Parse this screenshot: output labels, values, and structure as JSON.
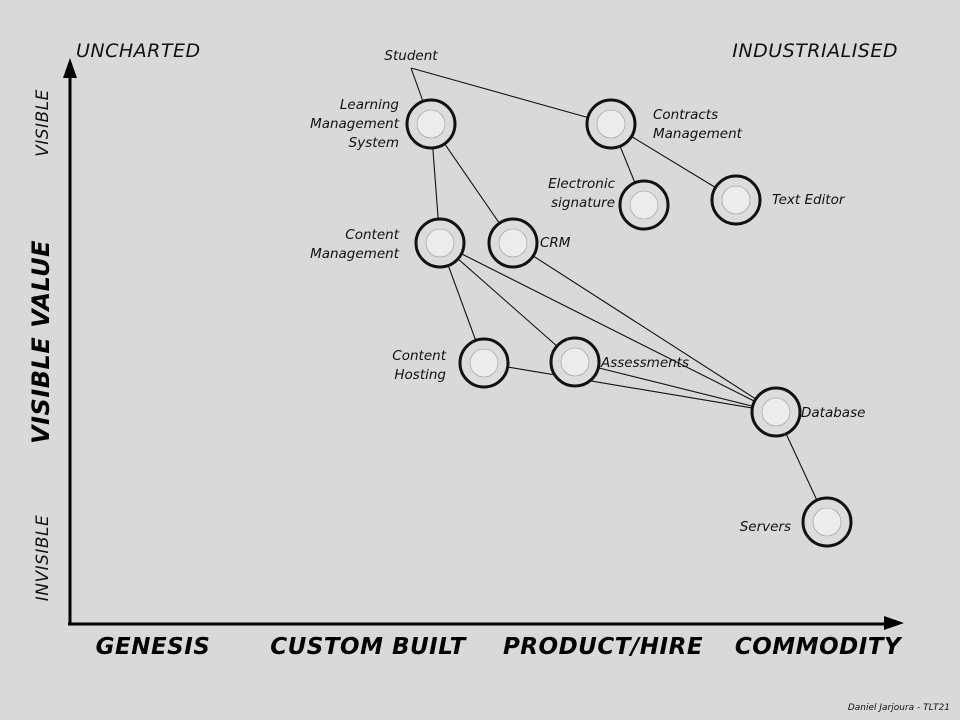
{
  "corners": {
    "top_left": "UNCHARTED",
    "top_right": "INDUSTRIALISED"
  },
  "y_axis": {
    "title": "VISIBLE VALUE",
    "top_label": "VISIBLE",
    "bottom_label": "INVISIBLE"
  },
  "x_axis": {
    "stages": [
      "GENESIS",
      "CUSTOM BUILT",
      "PRODUCT/HIRE",
      "COMMODITY"
    ]
  },
  "credit": "Daniel Jarjoura - TLT21",
  "nodes": [
    {
      "id": "student",
      "lines": [
        "Student"
      ],
      "has_circle": false
    },
    {
      "id": "lms",
      "lines": [
        "Learning",
        "Management",
        "System"
      ],
      "has_circle": true
    },
    {
      "id": "contracts",
      "lines": [
        "Contracts",
        "Management"
      ],
      "has_circle": true
    },
    {
      "id": "esign",
      "lines": [
        "Electronic",
        "signature"
      ],
      "has_circle": true
    },
    {
      "id": "texteditor",
      "lines": [
        "Text Editor"
      ],
      "has_circle": true
    },
    {
      "id": "content",
      "lines": [
        "Content",
        "Management"
      ],
      "has_circle": true
    },
    {
      "id": "crm",
      "lines": [
        "CRM"
      ],
      "has_circle": true
    },
    {
      "id": "hosting",
      "lines": [
        "Content",
        "Hosting"
      ],
      "has_circle": true
    },
    {
      "id": "assessments",
      "lines": [
        "Assessments"
      ],
      "has_circle": true
    },
    {
      "id": "database",
      "lines": [
        "Database"
      ],
      "has_circle": true
    },
    {
      "id": "servers",
      "lines": [
        "Servers"
      ],
      "has_circle": true
    }
  ],
  "links": [
    [
      "student",
      "lms"
    ],
    [
      "student",
      "contracts"
    ],
    [
      "lms",
      "content"
    ],
    [
      "lms",
      "crm"
    ],
    [
      "contracts",
      "esign"
    ],
    [
      "contracts",
      "texteditor"
    ],
    [
      "content",
      "hosting"
    ],
    [
      "content",
      "assessments"
    ],
    [
      "content",
      "database"
    ],
    [
      "crm",
      "database"
    ],
    [
      "hosting",
      "database"
    ],
    [
      "assessments",
      "database"
    ],
    [
      "database",
      "servers"
    ]
  ]
}
